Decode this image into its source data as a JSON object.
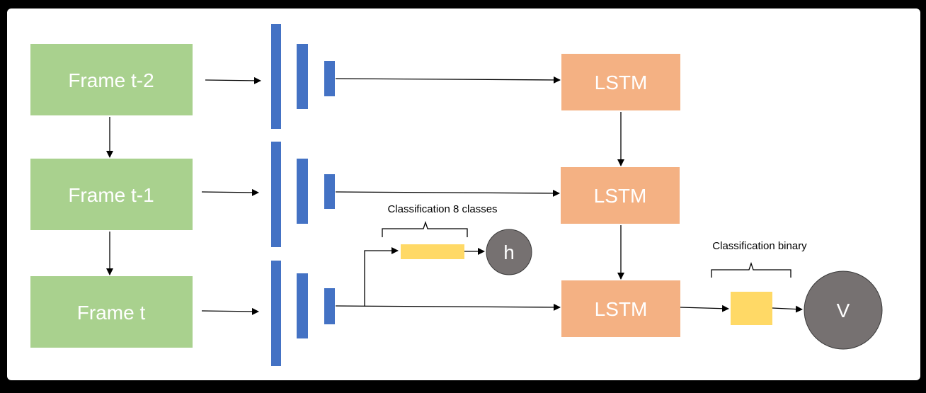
{
  "frames": [
    {
      "label": "Frame t-2"
    },
    {
      "label": "Frame t-1"
    },
    {
      "label": "Frame t"
    }
  ],
  "lstm": [
    {
      "label": "LSTM"
    },
    {
      "label": "LSTM"
    },
    {
      "label": "LSTM"
    }
  ],
  "multiclass": {
    "caption": "Classification 8 classes",
    "output_label": "h"
  },
  "binary": {
    "caption": "Classification binary",
    "output_label": "V"
  },
  "colors": {
    "frame": "#a9d18e",
    "cnn": "#4472c4",
    "lstm": "#f4b183",
    "feature": "#ffd966",
    "output": "#767171",
    "background": "#ffffff"
  }
}
